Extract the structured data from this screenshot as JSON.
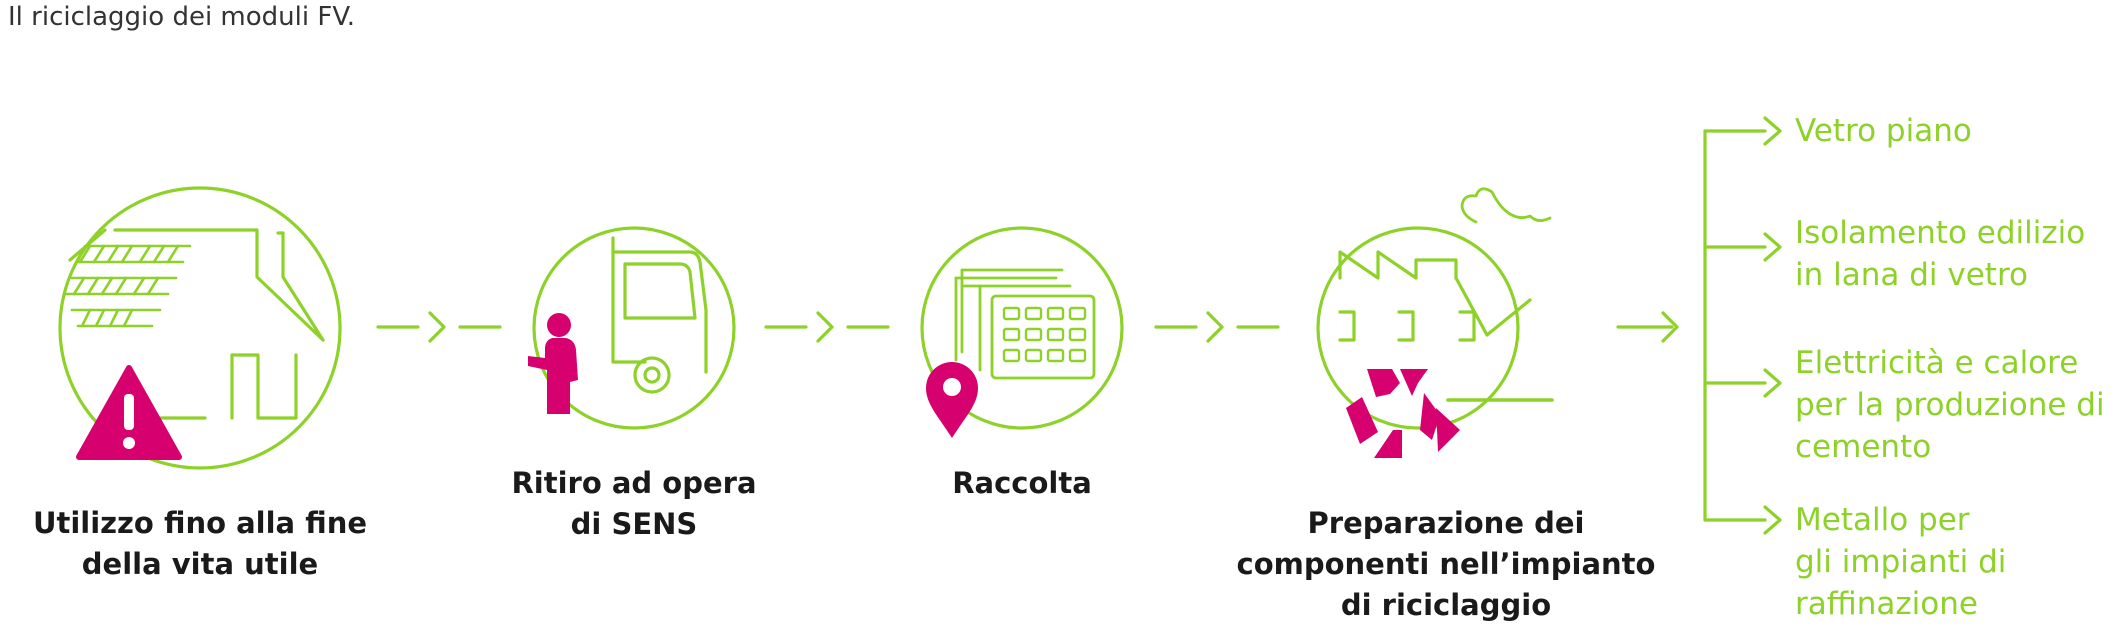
{
  "title": "Il riciclaggio dei moduli FV.",
  "colors": {
    "green": "#8dd129",
    "magenta": "#d6006f",
    "text": "#1a1a1a"
  },
  "steps": [
    {
      "label_lines": [
        "Utilizzo fino alla fine",
        "della vita utile"
      ],
      "icons": [
        "house-solar-icon",
        "warning-icon"
      ]
    },
    {
      "label_lines": [
        "Ritiro ad opera",
        "di SENS"
      ],
      "icons": [
        "truck-icon",
        "person-icon"
      ]
    },
    {
      "label_lines": [
        "Raccolta"
      ],
      "icons": [
        "solar-panels-stack-icon",
        "location-pin-icon"
      ]
    },
    {
      "label_lines": [
        "Preparazione dei",
        "componenti nell’impianto",
        "di riciclaggio"
      ],
      "icons": [
        "factory-icon",
        "recycle-icon"
      ]
    }
  ],
  "outputs": [
    {
      "label_lines": [
        "Vetro piano"
      ]
    },
    {
      "label_lines": [
        "Isolamento edilizio",
        "in lana di vetro"
      ]
    },
    {
      "label_lines": [
        "Elettricità e calore",
        "per la produzione di",
        "cemento"
      ]
    },
    {
      "label_lines": [
        "Metallo per",
        "gli impianti di",
        "raffinazione"
      ]
    }
  ]
}
